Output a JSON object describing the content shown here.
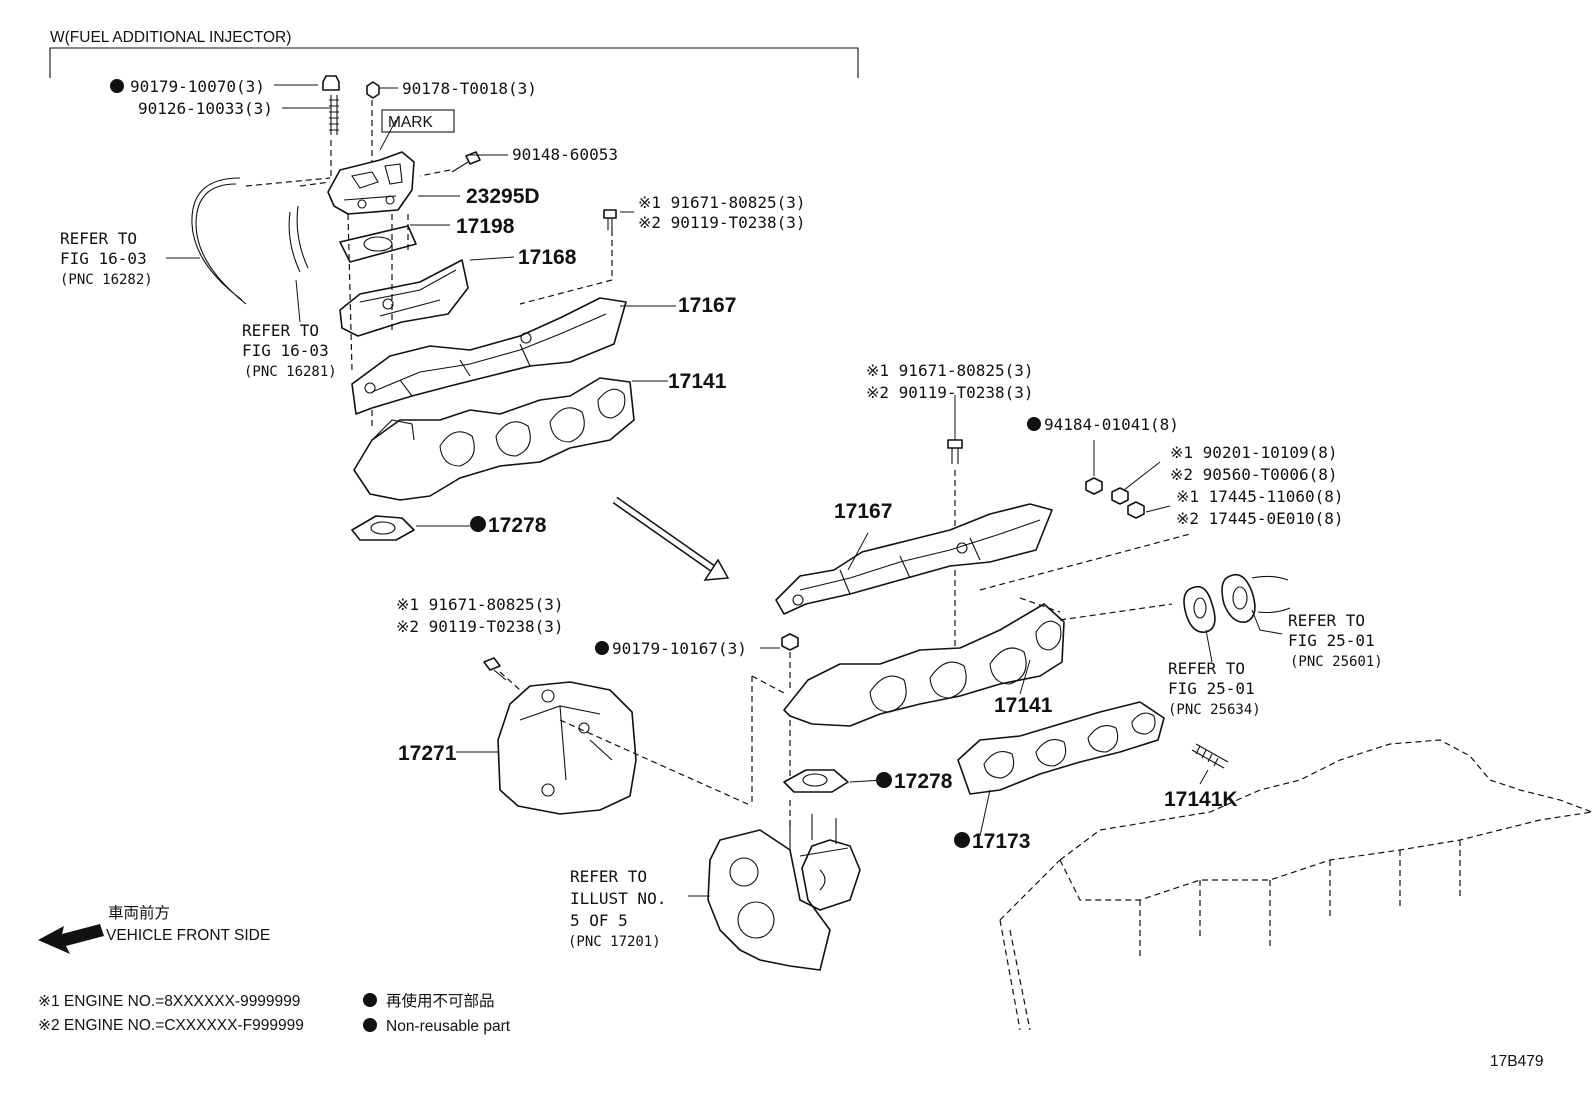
{
  "header": {
    "variant_label": "W(FUEL ADDITIONAL INJECTOR)"
  },
  "labels": {
    "p_90179_10070": "90179-10070(3)",
    "p_90126_10033": "90126-10033(3)",
    "p_90178_T0018": "90178-T0018(3)",
    "mark": "MARK",
    "p_90148_60053": "90148-60053",
    "p_23295D": "23295D",
    "p_17198": "17198",
    "p_17168": "17168",
    "p_17167_top": "17167",
    "p_17141_top": "17141",
    "p_17278_top": "17278",
    "bolt_a_1": "※1 91671-80825(3)",
    "bolt_a_2": "※2 90119-T0238(3)",
    "refer_1_a": "REFER TO",
    "refer_1_b": "FIG 16-03",
    "refer_1_c": "(PNC 16282)",
    "refer_2_a": "REFER TO",
    "refer_2_b": "FIG 16-03",
    "refer_2_c": "(PNC 16281)",
    "bolt_b_1": "※1 91671-80825(3)",
    "bolt_b_2": "※2 90119-T0238(3)",
    "p_94184_01041": "94184-01041(8)",
    "nut_1": "※1 90201-10109(8)",
    "nut_2": "※2 90560-T0006(8)",
    "nut_b_1": "※1 17445-11060(8)",
    "nut_b_2": "※2 17445-0E010(8)",
    "p_17167_mid": "17167",
    "refer_3_a": "REFER TO",
    "refer_3_b": "FIG 25-01",
    "refer_3_c": "(PNC 25601)",
    "refer_4_a": "REFER TO",
    "refer_4_b": "FIG 25-01",
    "refer_4_c": "(PNC 25634)",
    "bolt_c_1": "※1 91671-80825(3)",
    "bolt_c_2": "※2 90119-T0238(3)",
    "p_90179_10167": "90179-10167(3)",
    "p_17141_mid": "17141",
    "p_17271": "17271",
    "p_17278_mid": "17278",
    "p_17141K": "17141K",
    "p_17173": "17173",
    "refer_5_a": "REFER TO",
    "refer_5_b": "ILLUST NO.",
    "refer_5_c": "5 OF 5",
    "refer_5_d": "(PNC 17201)",
    "front_jp": "車両前方",
    "front_en": "VEHICLE FRONT SIDE"
  },
  "legend": {
    "note1": "※1 ENGINE NO.=8XXXXXX-9999999",
    "note2": "※2 ENGINE NO.=CXXXXXX-F999999",
    "non_reusable_jp": "再使用不可部品",
    "non_reusable_en": "Non-reusable part"
  },
  "figure_id": "17B479"
}
